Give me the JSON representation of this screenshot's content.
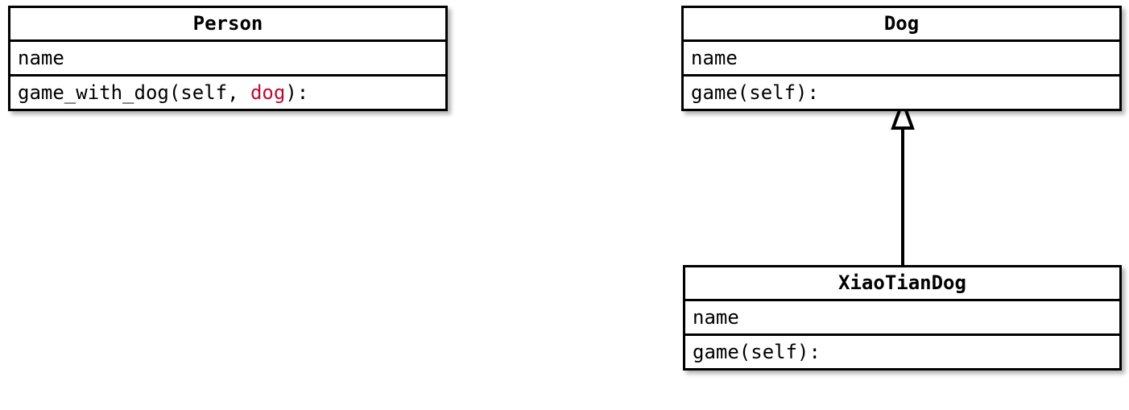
{
  "diagram": {
    "type": "uml-class-diagram",
    "background_color": "#FFFFFF",
    "border_color": "#000000",
    "text_color": "#000000",
    "accent_color": "#BF0A30",
    "classes": [
      {
        "id": "person",
        "name": "Person",
        "attributes": [
          "name"
        ],
        "methods_prefix": "game_with_dog(self, ",
        "methods_highlight": "dog",
        "methods_suffix": "):"
      },
      {
        "id": "dog",
        "name": "Dog",
        "attributes": [
          "name"
        ],
        "methods": [
          "game(self):"
        ]
      },
      {
        "id": "xiaotiandog",
        "name": "XiaoTianDog",
        "attributes": [
          "name"
        ],
        "methods": [
          "game(self):"
        ]
      }
    ],
    "relationships": [
      {
        "id": "inheritance",
        "kind": "generalization",
        "from": "XiaoTianDog",
        "to": "Dog",
        "arrow": "hollow-triangle"
      }
    ]
  }
}
